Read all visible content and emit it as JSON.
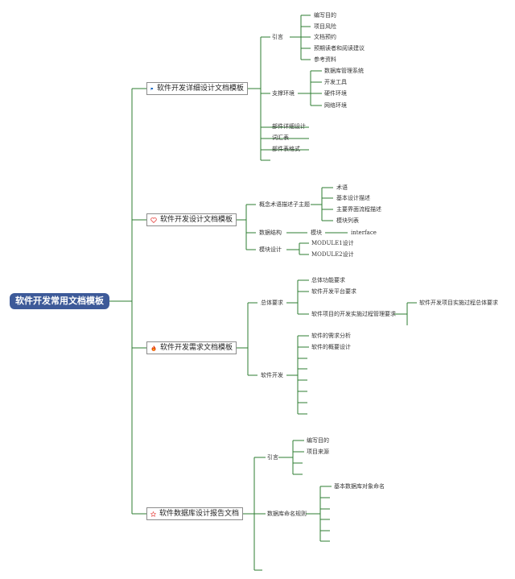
{
  "root": "软件开发常用文档模板",
  "topics": [
    {
      "label": "软件开发详细设计文档模板",
      "icon": "blue-flag-icon",
      "children": [
        {
          "label": "引言",
          "children": [
            "编写目的",
            "项目风险",
            "文档预约",
            "预期读者和阅读建议",
            "参考资料"
          ]
        },
        {
          "label": "支撑环境",
          "children": [
            "数据库管理系统",
            "开发工具",
            "硬件环境",
            "网络环境"
          ]
        },
        {
          "label": "部件详细设计"
        },
        {
          "label": "词汇表"
        },
        {
          "label": "部件表格式"
        }
      ]
    },
    {
      "label": "软件开发设计文档模板",
      "icon": "heart-icon",
      "children": [
        {
          "label": "概念术语描述子主题",
          "children": [
            "术语",
            "基本设计描述",
            "主要界面流程描述",
            "模块列表"
          ]
        },
        {
          "label": "数据结构",
          "children": [
            "模块"
          ],
          "grandchild": "interface"
        },
        {
          "label": "模块设计",
          "children": [
            "MODULE1设计",
            "MODULE2设计"
          ]
        }
      ]
    },
    {
      "label": "软件开发需求文档模板",
      "icon": "fire-icon",
      "children": [
        {
          "label": "总体要求",
          "children": [
            "总体功能要求",
            "软件开发平台要求",
            "软件项目的开发实施过程管理要求"
          ],
          "grandchild": "软件开发项目实施过程总体要求"
        },
        {
          "label": "软件开发",
          "children": [
            "软件的需求分析",
            "软件的概要设计"
          ]
        }
      ]
    },
    {
      "label": "软件数据库设计报告文档",
      "icon": "star-icon",
      "children": [
        {
          "label": "引言",
          "children": [
            "编写目的",
            "项目来源"
          ]
        },
        {
          "label": "数据库命名规则",
          "children": [
            "基本数据库对象命名"
          ]
        }
      ]
    }
  ],
  "colors": {
    "line": "#2e7d32",
    "root_bg": "#3d5a99",
    "flag": "#1565c0",
    "heart": "#e53935",
    "fire": "#e64a19",
    "star": "#e53935"
  }
}
